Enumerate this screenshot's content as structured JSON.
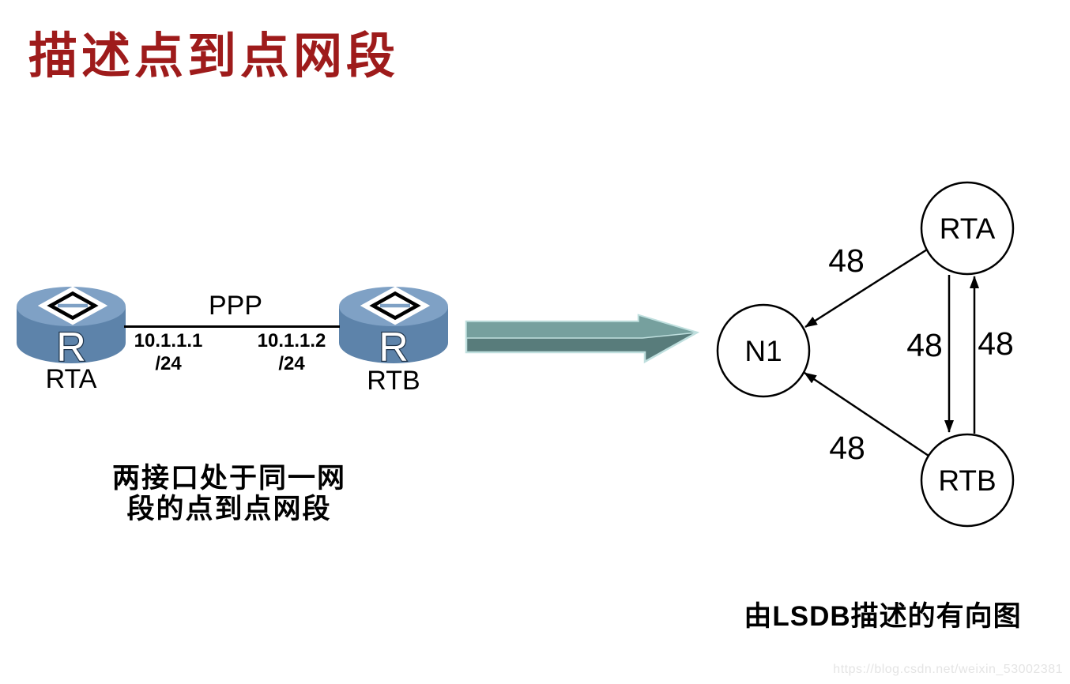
{
  "title": {
    "text": "描述点到点网段",
    "color": "#9E1B1B"
  },
  "topology": {
    "link_label": "PPP",
    "routers": [
      {
        "name": "RTA",
        "letter": "R",
        "ip": "10.1.1.1",
        "mask": "/24"
      },
      {
        "name": "RTB",
        "letter": "R",
        "ip": "10.1.1.2",
        "mask": "/24"
      }
    ],
    "caption_line1": "两接口处于同一网",
    "caption_line2": "段的点到点网段"
  },
  "graph": {
    "caption": "由LSDB描述的有向图",
    "nodes": [
      {
        "id": "N1",
        "label": "N1"
      },
      {
        "id": "RTA",
        "label": "RTA"
      },
      {
        "id": "RTB",
        "label": "RTB"
      }
    ],
    "edges": [
      {
        "from": "RTA",
        "to": "N1",
        "cost": "48"
      },
      {
        "from": "RTB",
        "to": "N1",
        "cost": "48"
      },
      {
        "from": "RTA",
        "to": "RTB",
        "cost": "48"
      },
      {
        "from": "RTB",
        "to": "RTA",
        "cost": "48"
      }
    ]
  },
  "watermark": "https://blog.csdn.net/weixin_53002381",
  "colors": {
    "title": "#9E1B1B",
    "router_top": "#7FA1C5",
    "router_body": "#5D83AA",
    "arrow_top": "#76A09E",
    "arrow_bottom": "#587C7B",
    "arrow_edge": "#BFDFDE"
  }
}
